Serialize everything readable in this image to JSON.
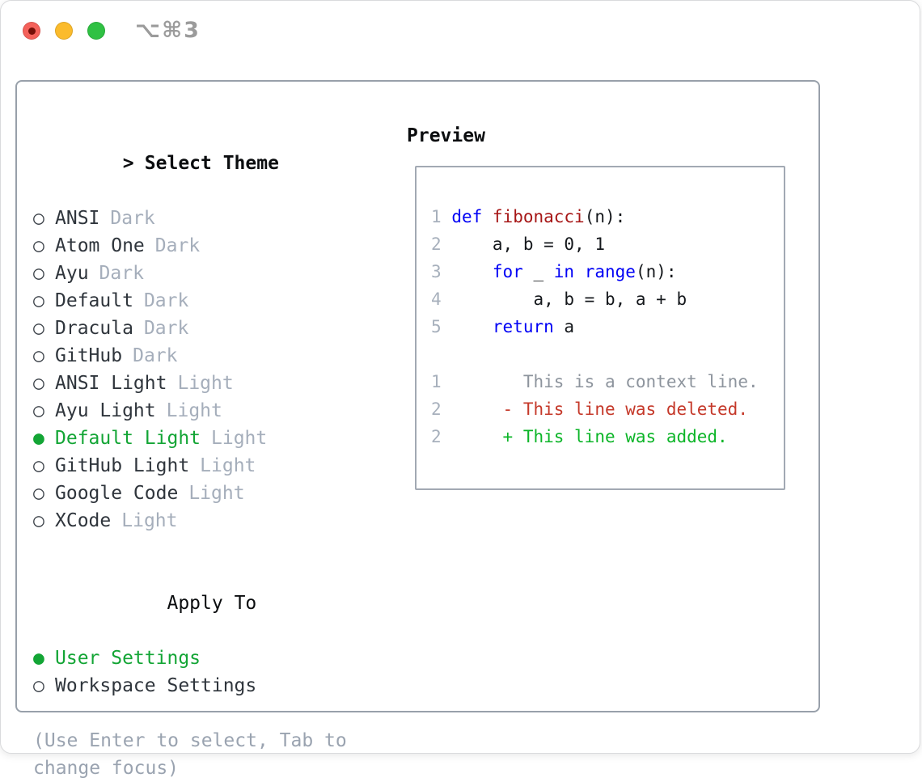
{
  "window": {
    "shortcut_hint": "⌥⌘3"
  },
  "markers": {
    "title": ">",
    "radio_off": "○",
    "radio_on": "●"
  },
  "theme_menu": {
    "title": "Select Theme",
    "items": [
      {
        "label": "ANSI",
        "tag": "Dark",
        "selected": false
      },
      {
        "label": "Atom One",
        "tag": "Dark",
        "selected": false
      },
      {
        "label": "Ayu",
        "tag": "Dark",
        "selected": false
      },
      {
        "label": "Default",
        "tag": "Dark",
        "selected": false
      },
      {
        "label": "Dracula",
        "tag": "Dark",
        "selected": false
      },
      {
        "label": "GitHub",
        "tag": "Dark",
        "selected": false
      },
      {
        "label": "ANSI Light",
        "tag": "Light",
        "selected": false
      },
      {
        "label": "Ayu Light",
        "tag": "Light",
        "selected": false
      },
      {
        "label": "Default Light",
        "tag": "Light",
        "selected": true
      },
      {
        "label": "GitHub Light",
        "tag": "Light",
        "selected": false
      },
      {
        "label": "Google Code",
        "tag": "Light",
        "selected": false
      },
      {
        "label": "XCode",
        "tag": "Light",
        "selected": false
      }
    ]
  },
  "apply_to": {
    "title": "Apply To",
    "options": [
      {
        "label": "User Settings",
        "selected": true
      },
      {
        "label": "Workspace Settings",
        "selected": false
      }
    ]
  },
  "help_text": "(Use Enter to select, Tab to change focus)",
  "preview": {
    "title": "Preview",
    "code_lines": [
      {
        "num": "1",
        "segments": [
          {
            "text": "def",
            "style": "keyword"
          },
          {
            "text": " ",
            "style": "plain"
          },
          {
            "text": "fibonacci",
            "style": "function"
          },
          {
            "text": "(n):",
            "style": "plain"
          }
        ]
      },
      {
        "num": "2",
        "segments": [
          {
            "text": "    a, b = 0, 1",
            "style": "plain"
          }
        ]
      },
      {
        "num": "3",
        "segments": [
          {
            "text": "    ",
            "style": "plain"
          },
          {
            "text": "for",
            "style": "keyword"
          },
          {
            "text": " _ ",
            "style": "plain"
          },
          {
            "text": "in",
            "style": "keyword"
          },
          {
            "text": " ",
            "style": "plain"
          },
          {
            "text": "range",
            "style": "keyword"
          },
          {
            "text": "(n):",
            "style": "plain"
          }
        ]
      },
      {
        "num": "4",
        "segments": [
          {
            "text": "        a, b = b, a + b",
            "style": "plain"
          }
        ]
      },
      {
        "num": "5",
        "segments": [
          {
            "text": "    ",
            "style": "plain"
          },
          {
            "text": "return",
            "style": "keyword"
          },
          {
            "text": " a",
            "style": "plain"
          }
        ]
      }
    ],
    "diff_lines": [
      {
        "num": "1",
        "segments": [
          {
            "text": "       This is a context line.",
            "style": "context"
          }
        ]
      },
      {
        "num": "2",
        "segments": [
          {
            "text": "     ",
            "style": "plain"
          },
          {
            "text": "- This line was deleted.",
            "style": "deleted"
          }
        ]
      },
      {
        "num": "2",
        "segments": [
          {
            "text": "     ",
            "style": "plain"
          },
          {
            "text": "+ This line was added.",
            "style": "added"
          }
        ]
      }
    ]
  },
  "colors": {
    "accent_green": "#13a535",
    "added_green": "#0cb528",
    "deleted_red": "#c5392a",
    "keyword_blue": "#0000f5",
    "function_red": "#a61616",
    "code_text": "#15181c",
    "line_number": "#a7b0bc",
    "context_gray": "#8d949d",
    "item_text": "#2f353c",
    "tag_gray": "#a5aebb",
    "help_gray": "#9aa3b0",
    "title_text": "#0b0d0f",
    "marker_gray": "#3e444b",
    "panel_border": "#98a0aa",
    "box_border": "#a2a9b3",
    "window_border": "#d9dadc",
    "traffic_red": "#f4615a",
    "traffic_red_dot": "#750f08",
    "traffic_yellow": "#fbbb2c",
    "traffic_green": "#2fc143",
    "shortcut_gray": "#9b9b9b"
  }
}
